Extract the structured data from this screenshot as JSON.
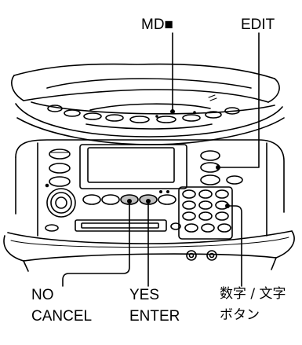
{
  "labels": {
    "md_stop": "MD■",
    "edit": "EDIT",
    "no": "NO",
    "cancel": "CANCEL",
    "yes": "YES",
    "enter": "ENTER",
    "number_text_line1": "数字 / 文字",
    "number_text_line2": "ボタン"
  }
}
